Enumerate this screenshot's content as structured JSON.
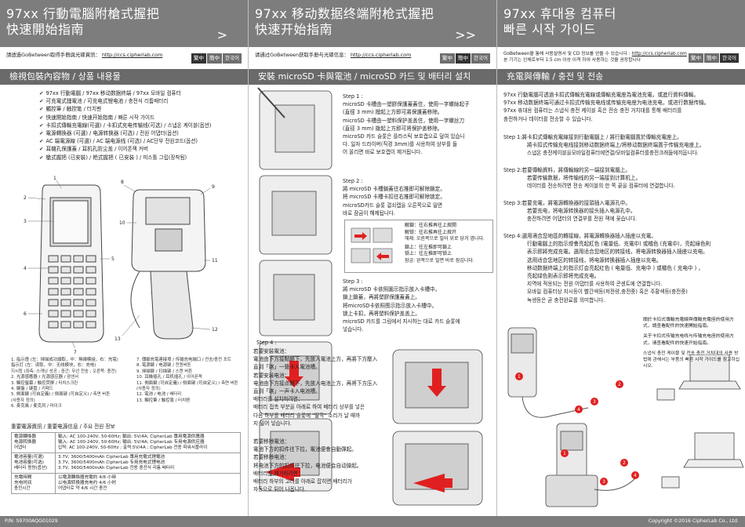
{
  "col1": {
    "title_line1": "97xx 行動電腦附槍式握把",
    "title_line2": "快速開始指南",
    "arrow": ">",
    "web_text": "請透過GoBetween取得手冊與光碟資訊：",
    "web_url": "http://ccs.cipherlab.com",
    "langs": [
      "繁中",
      "簡中",
      "한국어"
    ],
    "section_title": "檢視包裝內容物 / 상품 내용물",
    "items": [
      "97xx 行動電腦 / 97xx 移动数据终端 / 97xx 모바일 컴퓨터",
      "可充電式鋰電池 / 可充电式锂电池 / 충전식 리튬배터리",
      "觸控筆 / 触控笔 / 터치펜",
      "快速開始指南 / 快速开始指南 / 빠른 시작 가이드",
      "卡扣式傳輸充電線(可選) / 卡扣式充电传输线(可选) / 스냅온 케이블(옵션)",
      "電源轉換器 (可選) / 电源转换器 (可选) / 전원 어댑터(옵션)",
      "AC 端電源線 (可選) / AC 端电源线 (可选) / AC단부 전원코드(옵션)",
      "耳機孔保護蓋 / 耳机孔防尘盖 / 이어폰잭 커버",
      "槍式握把 (已安裝) / 枪式握把 ( 已安装 ) / 피스톨 그립(장착됨)"
    ],
    "callouts": [
      "1",
      "2",
      "3",
      "4",
      "5",
      "6",
      "7",
      "8",
      "9",
      "10",
      "11",
      "12",
      "13"
    ],
    "legend_left": [
      "1. 指示燈 (左：掃描成功讀取，中：無線模組，右：充電)",
      "   指示灯 (左：读取，中：无线模块，右：充电)",
      "   지시등 (좌측: 스캐닝 성공 ; 중간: 무선 전송 ; 오른쪽: 충전)",
      "2. 光源感應器 / 光源感应器 / 광센서",
      "3. 觸控螢幕 / 触控荧屏 / 터치스크린",
      "4. 鍵盤 / 键盘 / 키패드",
      "5. 側面鍵 (可自定義) / 侧面键 (可自定义) / 측면 버튼",
      "   (사용자 정의)",
      "6. 麥克風 / 麦克风 / 마이크"
    ],
    "legend_right": [
      "7. 傳輸充電連接埠 / 传输充电端口 / 전송/충전 포트",
      "8. 電源鍵 / 电源键 / 전원버튼",
      "9. 掃描鍵 / 扫描键 / 스캔 버튼",
      "10. 耳機插孔 / 耳机插孔 / 이어폰잭",
      "11. 側面鍵 (可自定義) / 侧面键 (可自定义) / 측면 버튼",
      "    (사용자 정의)",
      "12. 電池 / 电池 / 배터리",
      "13. 觸控筆 / 触控笔 / 터치펜"
    ],
    "power_title": "重要電源資訊 / 重要电源信息 / 주요 전원 정보",
    "spec_rows": [
      {
        "k": "電源轉換器\n电源转换器\n어댑터",
        "v": "輸入: AC 100-240V, 50-60Hz; 輸出: 5V/4A; CipherLab 專用電源供應器\n输入: AC 100-240V, 50-60Hz; 输出: 5V/4A; CipherLab 专用电源供应器\n입력: AC 100-240V, 50-60Hz ; 출력:5V/4A ; CipherLab 전용 파워서플라이"
      },
      {
        "k": "電池容量(可選)\n电池容量(可选)\n배터리 용량(옵션)",
        "v": "3.7V, 3600/5400mAh CipherLab 專用充電式鋰電池\n3.7V, 3600/5400mAh CipherLab 专用充电式锂电池\n3.7V, 3600/5400mAh CipherLab 전용 충전식 리튬 배터리"
      },
      {
        "k": "充電時間\n充电时间\n충전시간",
        "v": "以電源轉換器充電約 4/6 小時\n以电源转换器充电约 4/6 小时\n어댑터로 약 4/6 시간 충전"
      }
    ]
  },
  "col2": {
    "title_line1": "97xx 移动数据终端附枪式握把",
    "title_line2": "快速开始指南",
    "arrow": ">>",
    "web_text": "请通过GoBetween获取手册与光碟信息：",
    "web_url": "http://ccs.cipherlab.com",
    "section_title": "安裝 microSD 卡與電池 / microSD 카드 및 배터리 설치",
    "step1": [
      "Step 1 :",
      "microSD 卡槽由一塑膠保護蓋蓋住，使用一字螺絲起子",
      "(直徑 3 mm) 撥起上方即可將保護蓋移除。",
      "microSD 卡槽由一塑料保护盖盖住，使用一字螺丝刀",
      "(直径 3 mm) 拨起上方即可将保护盖移除。",
      "microSD 카드 슬롯은 플라스틱 보호캡으로 덮여 있습니",
      "다. 일자 드라이버(직경 3mm)를 사용하여 상부를 들",
      "어 올리면 바로 보호캡이 제거됩니다."
    ],
    "step2": [
      "Step 2 :",
      "將 microSD 卡槽鎖蓋往右推即可解除鎖定。",
      "将 microSD 卡槽卡扣往右推即可解除锁定。",
      "microSD카드 슬롯 결쇠캡을 오른쪽으로 밀면",
      "바로 잠금이 해제됩니다."
    ],
    "lockbox": [
      "解鎖：往右推再往上掀開",
      "解锁：往右推再往上掀开",
      "해제: 오른쪽으로 밀어 위로 당겨 엽니다.",
      "鎖上：往左推即可鎖上",
      "锁上：往左推即可锁上",
      "잠금: 왼쪽으로 밀면 바로 잠깁니다."
    ],
    "step3": [
      "Step 3 :",
      "將 microSD 卡依照圖示指示放入卡槽中。",
      "鎖上鎖蓋，再將塑膠保護蓋蓋上。",
      "将microSD卡依照图示指示放入卡槽中。",
      "锁上卡扣，再将塑料保护盖盖上。",
      "microSD 카드를 그림에서 지시하는 대로 카드 슬롯에",
      "넣습니다."
    ],
    "step4": [
      "Step 4 :",
      "若要安裝電池：",
      "電池由下方接點朝下，先放入電池上方，再將下方壓入",
      "直到「喀」一聲卡入電池槽。",
      "若要安装电池：",
      "电池由下方接点朝下，先放入电池上方，再将下方压入",
      "直到「喀」一声卡入电池槽。",
      "배터리를 설치하려면：",
      "배터리 접촉 부분을 아래로 하여 배터리 상부를 넣은",
      "다음 하부를 배터리 슬롯에 \"딸깍\" 소리가 날 때까",
      "지 밀어 넣습니다."
    ],
    "step4b": [
      "若要移除電池：",
      "電池下方的扣件往下拉，電池便會自動彈起。",
      "若要移除电池：",
      "将电池下方的扣件往下拉，电池便会自动弹起。",
      "배터리를 제거하려면：",
      "배터리 하부의 고리를 아래로 잡히면 배터리가",
      "자동으로 튀어 나옵니다."
    ]
  },
  "col3": {
    "title_line1": "97xx 휴대용 컴퓨터",
    "title_line2": "빠른 시작 가이드",
    "web_text": "GoBetween을 통해 사용설명서 및 CD 정보를 얻을 수 있습니다 :",
    "web_url": "http://ccs.cipherlab.com",
    "web_text2": "본 기기는 인체로부터 1.5 cm 이상 이격 하여 사용하는 것을 권장합니다",
    "section_title": "充電與傳輸 / 충전 및 전송",
    "intro": [
      "97xx 行動電腦可透過卡扣式傳輸充電線或傳輸充電座為電池充電，或進行資料傳輸。",
      "97xx 移动数据终端可通过卡扣式传输充电线或传输充电座为电池充电，或进行数据传输。",
      "97xx 휴대용 컴퓨터는 스냅식 충전 케이블 혹은 전송 충전 거치대를 통해 배터리를",
      "충전하거나 데이터를 전송할 수 있습니다."
    ],
    "s1": [
      "Step 1:將卡扣式傳輸充電線接到行動電腦上 / 將行動電腦置於傳輸充電座上。",
      "將卡扣式传输充电线接到移动数据终端上/将移动数据终端置于传输充电座上。",
      "스냅온 충전케이블을모바일컴퓨터에연결/모바일컴퓨터를충전크래들에끼웁니다."
    ],
    "s2": [
      "Step 2:若要傳輸資料，將傳輸線的另一端接到電腦上。",
      "若要传输数据，将传输线的另一端接到计算机上。",
      "데이터를 전송하려면 전송 케이블의 한 쪽 끝을 컴퓨터에 연결합니다."
    ],
    "s3": [
      "Step 3:若要充電，將電源轉換器的接頭插入電源孔中。",
      "若要充电，将电源转换器的接头插入电源孔中。",
      "충전하려면 어댑터의 연결부를 전원 잭에 꽂습니다."
    ],
    "s4": [
      "Step 4:選用適合您地區的轉接線，將電源轉換器插入插座以充電。",
      "行動電腦上的指示燈會亮起紅色 (電量低、充電中) 或橘色 (充電中)，亮起綠色則",
      "表示即將完成充電。選用适合您地区的转接线，将电源转换器插入插座以充电。",
      "选用适合您地区的转接线，将电源转换器插入插座以充电。",
      "移动数据终端上的指示灯会亮起红色 ( 电量低、充电中 ) 或橘色 ( 充电中 ) ，",
      "亮起绿色则表示即将完成充电。",
      "지역에 적용되는 전원 어댑터를 사용하여 콘센트에 연결합니다.",
      "모바일 컴퓨터상 지시등이 빨간색등(저전량,충전중) 혹은 주황색등(충전중)",
      "녹생등은 곧 충전완료를 의미합니다."
    ],
    "notes": [
      "關於卡扣式傳輸充電線與傳輸充電座的使用方式，請查看配件的快速開始指南。",
      "关于卡扣式传输充电线与传输充电座的使用方式，请查看配件的快速开始指南。",
      "스냅식 충전 케이블 및 전송 충전 거치대의 사용 방법에 관해서는 부품의 빠른 시작 가이드를 참고하십시오."
    ],
    "badges": [
      "1",
      "2",
      "3",
      "4",
      "1",
      "2",
      "3",
      "4"
    ]
  },
  "footer": {
    "pn": "P/N: S9700AQG01029",
    "copyright": "Copyright ©2016 CipherLab Co., Ltd."
  }
}
